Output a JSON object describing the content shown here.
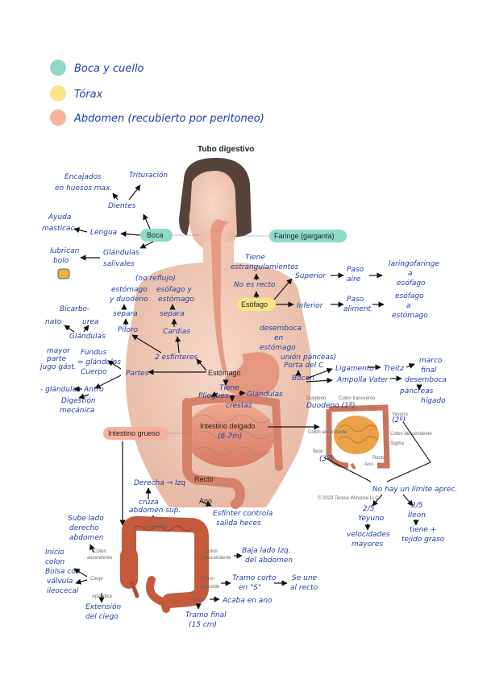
{
  "legend": [
    {
      "text": "Boca y cuello",
      "color": "#8fd9c8"
    },
    {
      "text": "Tórax",
      "color": "#fbe38a"
    },
    {
      "text": "Abdomen (recubierto por peritoneo)",
      "color": "#f6b29c"
    }
  ],
  "title": "Tubo digestivo",
  "labels": {
    "boca": "Boca",
    "faringe": "Faringe (garganta)",
    "esofago": "Esófago",
    "estomago": "Estómago",
    "intestino_delgado": "Intestino delgado",
    "intestino_grueso": "Intestino grueso",
    "recto": "Recto",
    "ano": "Ano"
  },
  "notes": {
    "encajados": "Encajados",
    "huesos": "en huesos max.",
    "trituracion": "Trituración",
    "dientes": "Dientes",
    "ayuda": "Ayuda",
    "masticac": "masticac.",
    "lengua": "Lengua",
    "glandulas_sal_1": "Glándulas",
    "glandulas_sal_2": "salivales",
    "lubrican_1": "lubrican",
    "lubrican_2": "bolo",
    "tiene_1": "Tiene",
    "tiene_2": "estrangulamientos",
    "no_es_recto": "No es recto",
    "superior": "Superior",
    "paso_aire_1": "Paso",
    "paso_aire_2": "aire",
    "laringofaringe_1": "laringofaringe",
    "laringofaringe_2": "a",
    "laringofaringe_3": "esófago",
    "inferior": "Inferior",
    "paso_alim_1": "Paso",
    "paso_alim_2": "aliment.",
    "esof_estom_1": "esófago",
    "esof_estom_2": "a",
    "esof_estom_3": "estómago",
    "desemboca_1": "desemboca",
    "desemboca_2": "en",
    "desemboca_3": "estómago",
    "no_reflujo": "(no reflujo)",
    "estomago_duodeno_1": "estómago",
    "estomago_duodeno_2": "y duodeno",
    "esofago_estomago_1": "esófago y",
    "esofago_estomago_2": "estómago",
    "separa_1": "separa",
    "separa_2": "separa",
    "piloro": "Píloro",
    "cardias": "Cardias",
    "dos_esfinteres": "2 esfínteres",
    "bicarbo": "Bicarbo-",
    "nato": "nato",
    "urea": "urea",
    "glandulas": "Glándulas",
    "mayor_parte_1": "mayor",
    "mayor_parte_2": "parte",
    "mayor_parte_3": "jugo gást.",
    "fundus": "Fundus",
    "glandulas_eq": "= glándulas",
    "cuerpo": "Cuerpo",
    "partes": "Partes",
    "glandulas_antro": "- glándulas",
    "antro": "Antro",
    "digestion_1": "Digestión",
    "digestion_2": "mecánica",
    "tiene_pl": "Tiene",
    "pliegues": "Pliegues",
    "crestas": "crestas",
    "glandulas_est": "Glándulas",
    "union_pancreas_1": "unión pánceas)",
    "union_pancreas_2": "Porta del C",
    "bocon": "Bocon",
    "ligamento": "Ligamento",
    "treitz": "Treitz",
    "marco_1": "marco",
    "marco_2": "final",
    "ampolla": "Ampolla Vater",
    "desemboca_ves": "desemboca",
    "pancreas_higado_1": "páncreas",
    "pancreas_higado_2": "hígado",
    "intestino_delgado_size": "(6-7m)",
    "duodeno": "Duodeno (1º)",
    "yeyuno_tag": "(2º)",
    "ileon_tag": "(3º)",
    "no_limite": "No hay un límite aprec.",
    "dos_quintos": "2/5",
    "tres_quintos": "3/5",
    "yeyuno": "Yeyuno",
    "ileon": "Íleon",
    "velocidades_1": "velocidades",
    "velocidades_2": "mayores",
    "tiene_tejido_1": "tiene +",
    "tiene_tejido_2": "tejido graso",
    "derecha_izq": "Derecha → Izq",
    "cruza_1": "cruza",
    "cruza_2": "abdomen sup.",
    "esfinter_1": "Esfínter controla",
    "esfinter_2": "salida heces",
    "sube_1": "Sube lado",
    "sube_2": "derecho",
    "sube_3": "abdomen",
    "inicio_1": "Inicio",
    "inicio_2": "colon",
    "bolsa_1": "Bolsa con",
    "bolsa_2": "válvula",
    "bolsa_3": "ileocecal",
    "extension_1": "Extensión",
    "extension_2": "del ciego",
    "baja_1": "Baja lado Izq.",
    "baja_2": "del abdomen",
    "tramo_1": "Tramo corto",
    "tramo_2": "en \"S\"",
    "se_une_1": "Se une",
    "se_une_2": "al recto",
    "acaba": "Acaba en ano",
    "tramo_final_1": "Tramo final",
    "tramo_final_2": "(15 cm)"
  },
  "colon_labels": {
    "transverso_1": "Colon",
    "transverso_2": "transverso",
    "ascendente_1": "Colon",
    "ascendente_2": "ascendente",
    "descendente_1": "Colon",
    "descendente_2": "descendente",
    "sigmoide_1": "Colon",
    "sigmoide_2": "sigmoide",
    "ciego": "Ciego",
    "apendice": "Apéndice",
    "recto": "Recto"
  },
  "mini_labels": {
    "duodeno": "Duodeno",
    "colon_transverso": "Colon transverso",
    "colon_ascendente": "Colon ascendente",
    "colon_descendente": "Colon descendente",
    "yeyuno": "Yeyuno",
    "sigma": "Sigma",
    "ileon": "Íleon",
    "recto": "Recto",
    "ano": "Ano",
    "copyright": "© 2023 Terese Winslow LLC"
  }
}
